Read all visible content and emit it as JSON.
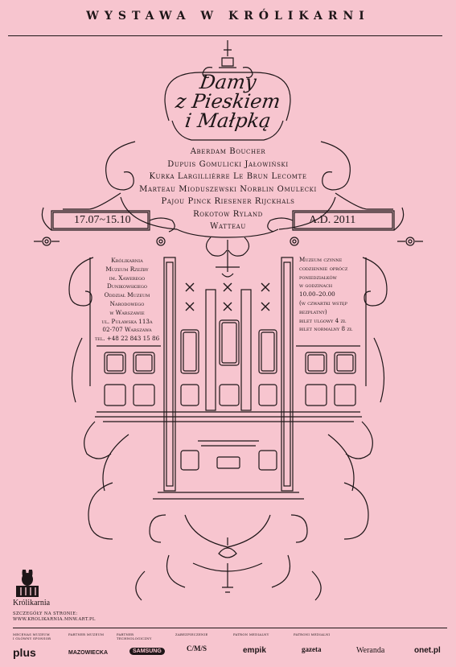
{
  "header": "WYSTAWA W KRÓLIKARNI",
  "title": [
    "Damy",
    "z Pieskiem",
    "i Małpką"
  ],
  "artists": [
    "Aberdam Boucher",
    "Dupuis Gomulicki Jałowiński",
    "Kurka Largillièrre Le Brun Lecomte",
    "Marteau Mioduszewski Norblin Omulecki",
    "Pajou Pinck Riesener Rijckhals",
    "Rokotow Ryland",
    "Watteau"
  ],
  "dates": {
    "range": "17.07~15.10",
    "year": "A.D. 2011"
  },
  "venue": [
    "Królikarnia",
    "Muzeum Rzeźby",
    "im. Xawerego",
    "Dunikowskiego",
    "Oddział Muzeum",
    "Narodowego",
    "w Warszawie",
    "ul. Puławska 113a",
    "02-707 Warszawa",
    "tel. +48 22 843 15 86"
  ],
  "hours": [
    "Muzeum czynne",
    "codziennie oprócz",
    "poniedziałków",
    "w godzinach",
    "10.00–20.00",
    "(w czwartki wstęp",
    "bezpłatny)",
    "bilet ulgowy 4 zł",
    "bilet normalny 8 zł"
  ],
  "logo": {
    "name": "Królikarnia"
  },
  "details": [
    "SZCZEGÓŁY NA STRONIE:",
    "WWW.KROLIKARNIA.MNW.ART.PL"
  ],
  "sponsors": [
    {
      "role": [
        "MECENAS MUZEUM",
        "I GŁÓWNY SPONSOR"
      ],
      "name": "plus"
    },
    {
      "role": [
        "PARTNER MUZEUM"
      ],
      "name": "MAZOWIECKA"
    },
    {
      "role": [
        "PARTNER",
        "TECHNOLOGICZNY"
      ],
      "name": "SAMSUNG"
    },
    {
      "role": [
        "ZABEZPIECZENIE"
      ],
      "name": "C/M/S"
    },
    {
      "role": [
        "PATRON MEDIALNY"
      ],
      "name": "empik"
    },
    {
      "role": [
        "PATRONI MEDIALNI"
      ],
      "name": "gazeta"
    },
    {
      "role": [],
      "name": "Weranda"
    },
    {
      "role": [],
      "name": "onet.pl"
    }
  ],
  "colors": {
    "background": "#f7c5cf",
    "ink": "#1e1618"
  }
}
